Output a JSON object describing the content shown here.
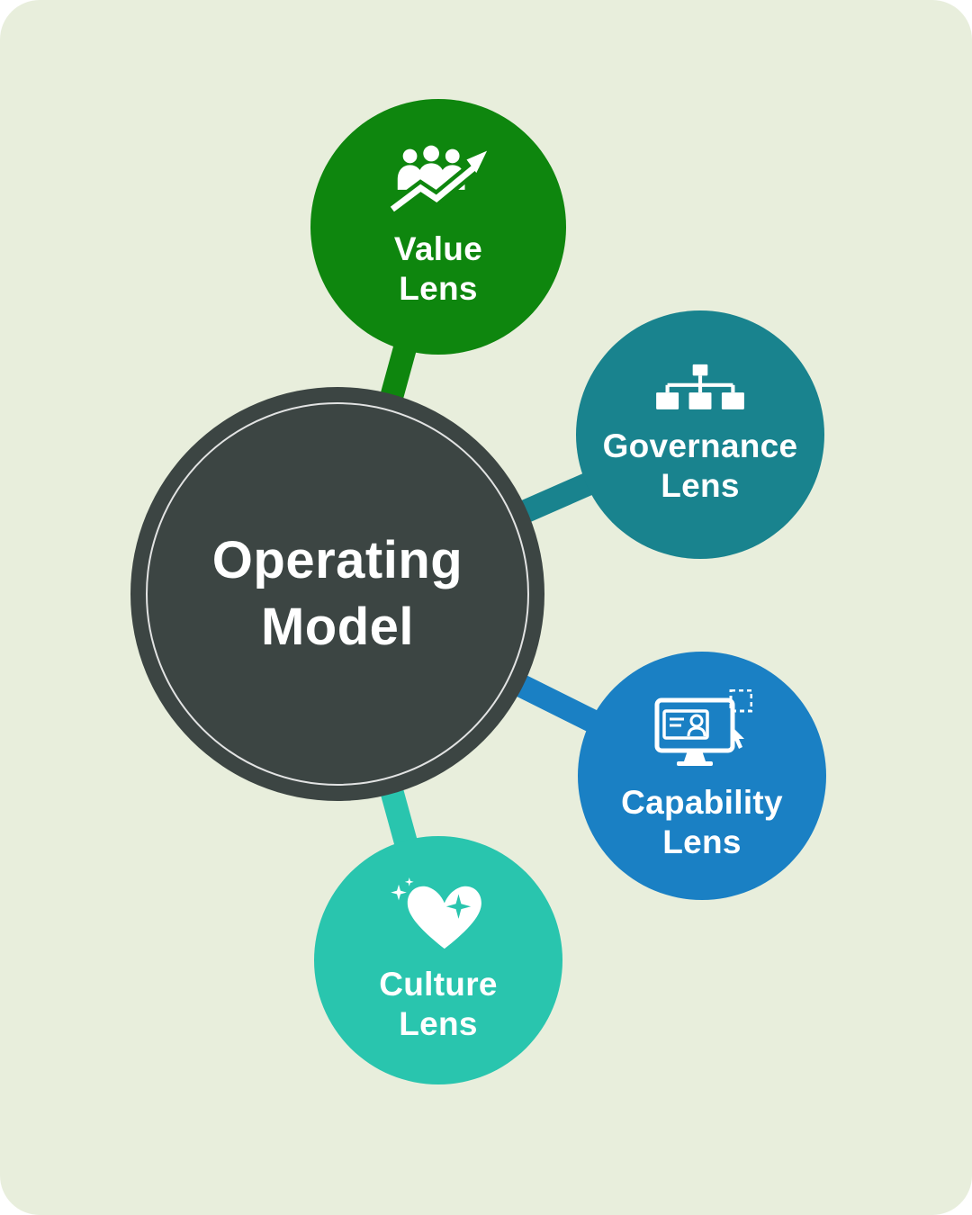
{
  "background_color": "#e8eedc",
  "text_color": "#ffffff",
  "center": {
    "line1": "Operating",
    "line2": "Model",
    "color": "#3c4543",
    "ring_color": "#ffffff"
  },
  "nodes": [
    {
      "id": "value-lens",
      "line1": "Value",
      "line2": "Lens",
      "color": "#0e860e",
      "icon": "people-growth-arrow-icon"
    },
    {
      "id": "governance-lens",
      "line1": "Governance",
      "line2": "Lens",
      "color": "#19838e",
      "icon": "org-chart-icon"
    },
    {
      "id": "capability-lens",
      "line1": "Capability",
      "line2": "Lens",
      "color": "#1a80c4",
      "icon": "monitor-user-cursor-icon"
    },
    {
      "id": "culture-lens",
      "line1": "Culture",
      "line2": "Lens",
      "color": "#29c5ae",
      "icon": "heart-sparkles-icon"
    }
  ]
}
